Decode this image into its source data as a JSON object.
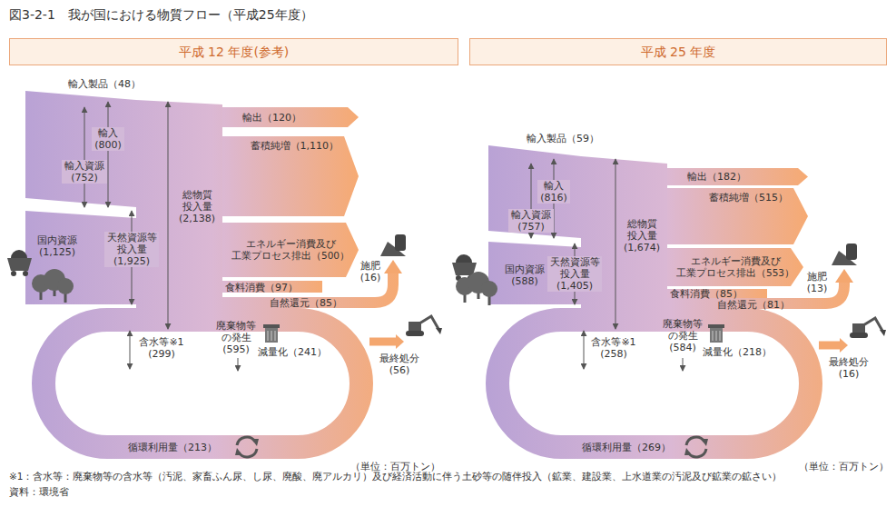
{
  "diagram": {
    "title": "図3-2-1　我が国における物質フロー（平成25年度）",
    "nodes": [
      {
        "text": [
          "平成 12 年度(参考)"
        ]
      },
      {
        "text": [
          "輸出（120）"
        ]
      },
      {
        "text": [
          "蓄積純増（1,110）"
        ]
      },
      {
        "text": [
          "エネルギー消費及び 工業プロセス排出（500）"
        ]
      },
      {
        "text": [
          "平成 25 年度"
        ]
      },
      {
        "text": [
          "輸出（182）"
        ]
      },
      {
        "text": [
          "蓄積純増（515）"
        ]
      },
      {
        "text": [
          "エネルギー消費及び 工業プロセス排出（553）"
        ]
      }
    ],
    "labels": [
      "輸入製品（48）",
      "輸入 (800)",
      "輸入資源 (752)",
      "総物質 投入量 (2,138)",
      "国内資源 (1,125)",
      "天然資源等 投入量 (1,925)",
      "施肥 (16)",
      "食料消費（97）",
      "自然還元（85）",
      "含水等※1 (299)",
      "廃棄物等 の発生 (595)",
      "減量化（241）",
      "最終処分 (56)",
      "循環利用量（213）",
      "（単位：百万トン）",
      "輸入製品（59）",
      "輸入 (816)",
      "輸入資源 (757)",
      "総物質 投入量 (1,674)",
      "国内資源 (588)",
      "天然資源等 投入量 (1,405)",
      "施肥 (13)",
      "食料消費（85）",
      "自然還元（81）",
      "含水等※1 (258)",
      "廃棄物等 の発生 (584)",
      "減量化（218）",
      "最終処分 (16)",
      "循環利用量（269）",
      "（単位：百万トン）",
      "※1：含水等：廃棄物等の含水等（汚泥、家畜ふん尿、し尿、廃酸、廃アルカリ）及び経済活動に伴う土砂等の随伴投入（鉱業、建設業、上水道業の汚泥及び鉱業の鉱さい）",
      "資料：環境省"
    ]
  }
}
